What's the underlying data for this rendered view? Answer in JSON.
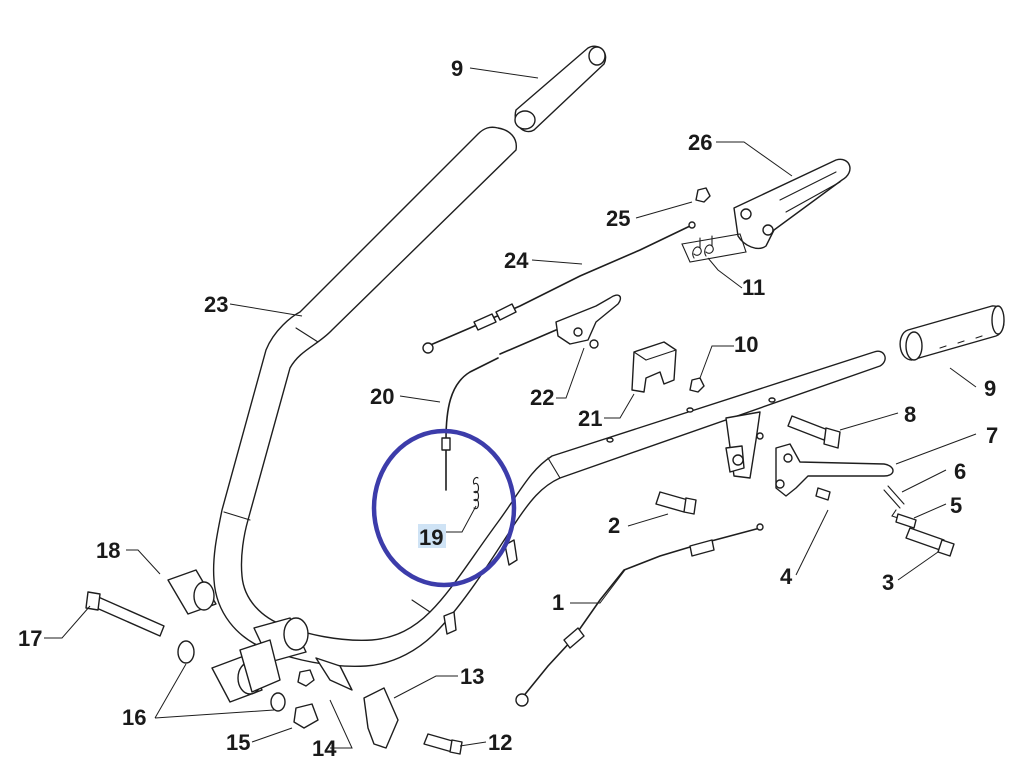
{
  "highlight": {
    "color": "#3c3caa",
    "label": "19"
  },
  "callouts": [
    {
      "id": "c1",
      "label": "1"
    },
    {
      "id": "c2",
      "label": "2"
    },
    {
      "id": "c3",
      "label": "3"
    },
    {
      "id": "c4",
      "label": "4"
    },
    {
      "id": "c5",
      "label": "5"
    },
    {
      "id": "c6",
      "label": "6"
    },
    {
      "id": "c7",
      "label": "7"
    },
    {
      "id": "c8",
      "label": "8"
    },
    {
      "id": "c9a",
      "label": "9"
    },
    {
      "id": "c9b",
      "label": "9"
    },
    {
      "id": "c10",
      "label": "10"
    },
    {
      "id": "c11",
      "label": "11"
    },
    {
      "id": "c12",
      "label": "12"
    },
    {
      "id": "c13",
      "label": "13"
    },
    {
      "id": "c14",
      "label": "14"
    },
    {
      "id": "c15",
      "label": "15"
    },
    {
      "id": "c16",
      "label": "16"
    },
    {
      "id": "c17",
      "label": "17"
    },
    {
      "id": "c18",
      "label": "18"
    },
    {
      "id": "c19",
      "label": "19"
    },
    {
      "id": "c20",
      "label": "20"
    },
    {
      "id": "c21",
      "label": "21"
    },
    {
      "id": "c22",
      "label": "22"
    },
    {
      "id": "c23",
      "label": "23"
    },
    {
      "id": "c24",
      "label": "24"
    },
    {
      "id": "c25",
      "label": "25"
    },
    {
      "id": "c26",
      "label": "26"
    }
  ]
}
